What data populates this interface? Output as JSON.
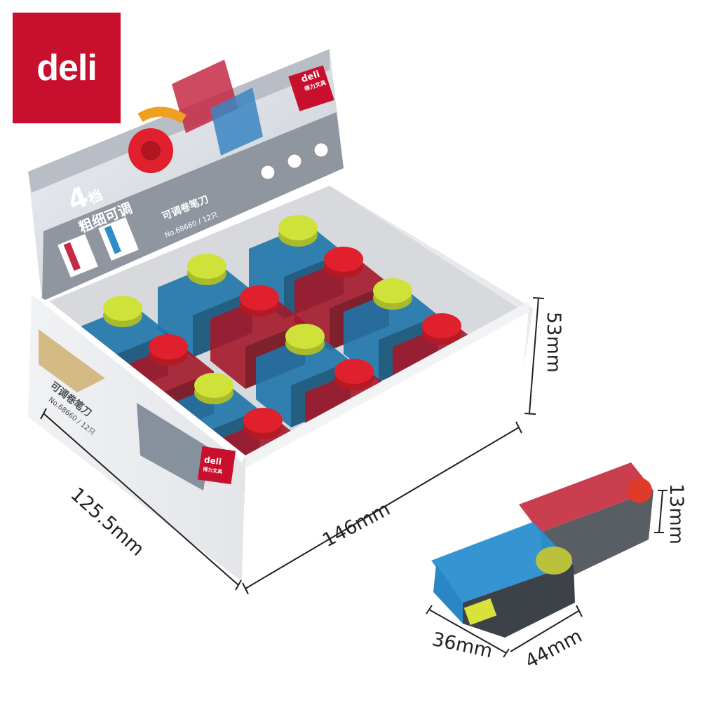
{
  "brand": {
    "logo_text": "deli",
    "color": "#c8102e"
  },
  "box": {
    "headline_big": "4",
    "headline_small": "档",
    "headline_line2": "粗细可调",
    "product_name": "可调卷笔刀",
    "model_line": "No.68660 / 12只",
    "side_product_name": "可调卷笔刀",
    "side_model_line": "No.68660 / 12只",
    "lid_brand": "deli",
    "lid_brand_sub": "得力文具",
    "side_brand": "deli",
    "side_brand_sub": "得力文具"
  },
  "dimensions": {
    "box_height": "53mm",
    "box_depth": "125.5mm",
    "box_width": "146mm",
    "item_height": "13mm",
    "item_width": "36mm",
    "item_depth": "44mm"
  },
  "colors": {
    "red_body": "#a3182a",
    "blue_body": "#1f74a8",
    "red_cap": "#e0202c",
    "lime_cap": "#cfe23a",
    "box_grey": "#9ea3aa"
  }
}
